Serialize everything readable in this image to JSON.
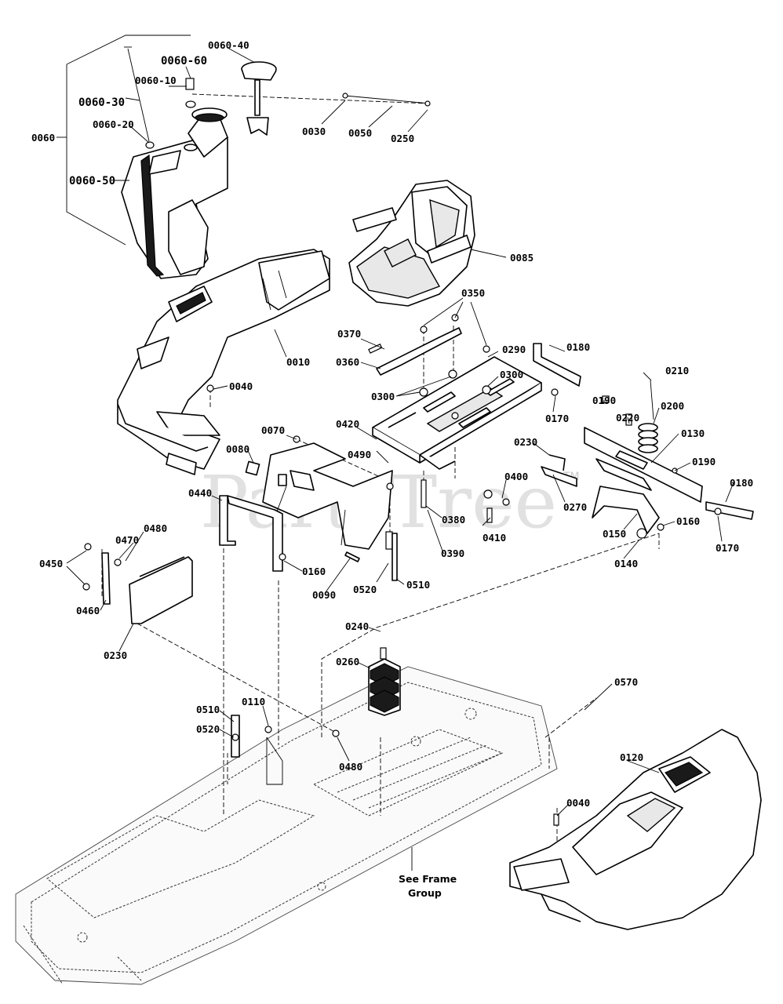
{
  "watermark": {
    "text": "PartsTree",
    "tm": "TM"
  },
  "notes": {
    "see_frame_line1": "See Frame",
    "see_frame_line2": "Group"
  },
  "callouts": {
    "c0060_40": "0060-40",
    "c0060_60": "0060-60",
    "c0060_10": "0060-10",
    "c0060_30": "0060-30",
    "c0060_20": "0060-20",
    "c0060": "0060",
    "c0060_50": "0060-50",
    "c0030": "0030",
    "c0050": "0050",
    "c0250": "0250",
    "c0085": "0085",
    "c0350": "0350",
    "c0370": "0370",
    "c0290": "0290",
    "c0360": "0360",
    "c0300a": "0300",
    "c0300b": "0300",
    "c0010": "0010",
    "c0180a": "0180",
    "c0210": "0210",
    "c0040a": "0040",
    "c0170a": "0170",
    "c0190a": "0190",
    "c0220": "0220",
    "c0200": "0200",
    "c0420": "0420",
    "c0070": "0070",
    "c0130": "0130",
    "c0490": "0490",
    "c0230a": "0230",
    "c0080": "0080",
    "c0190b": "0190",
    "c0180b": "0180",
    "c0440": "0440",
    "c0400": "0400",
    "c0380": "0380",
    "c0270": "0270",
    "c0410": "0410",
    "c0160a": "0160",
    "c0150": "0150",
    "c0480a": "0480",
    "c0170b": "0170",
    "c0470": "0470",
    "c0390": "0390",
    "c0140": "0140",
    "c0450": "0450",
    "c0160b": "0160",
    "c0510a": "0510",
    "c0520a": "0520",
    "c0090": "0090",
    "c0460": "0460",
    "c0240": "0240",
    "c0230b": "0230",
    "c0260": "0260",
    "c0570": "0570",
    "c0510b": "0510",
    "c0110": "0110",
    "c0520b": "0520",
    "c0480b": "0480",
    "c0120": "0120",
    "c0040b": "0040"
  }
}
